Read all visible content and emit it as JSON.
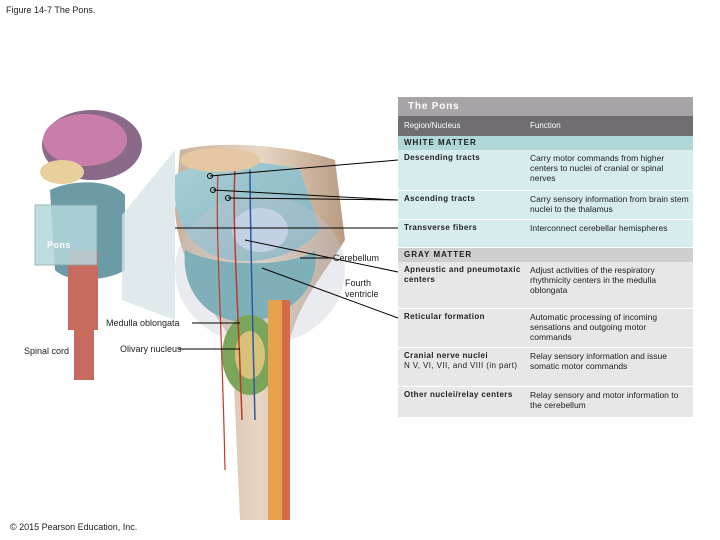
{
  "figure_title": "Figure 14-7 The Pons.",
  "copyright": "© 2015 Pearson Education, Inc.",
  "labels": {
    "pons": "Pons",
    "cerebellum": "Cerebellum",
    "fourth_ventricle": "Fourth ventricle",
    "medulla": "Medulla oblongata",
    "spinal_cord": "Spinal cord",
    "olivary": "Olivary nucleus"
  },
  "table": {
    "title": "The Pons",
    "col_region": "Region/Nucleus",
    "col_function": "Function",
    "white_matter": {
      "heading": "WHITE MATTER",
      "rows": [
        {
          "region": "Descending tracts",
          "function": "Carry motor commands from higher centers to nuclei of cranial or spinal nerves"
        },
        {
          "region": "Ascending tracts",
          "function": "Carry sensory information from brain stem nuclei to the thalamus"
        },
        {
          "region": "Transverse fibers",
          "function": "Interconnect cerebellar hemispheres"
        }
      ]
    },
    "gray_matter": {
      "heading": "GRAY MATTER",
      "rows": [
        {
          "region": "Apneustic and pneumotaxic centers",
          "function": "Adjust activities of the respiratory rhythmicity centers in the medulla oblongata"
        },
        {
          "region": "Reticular formation",
          "function": "Automatic processing of incoming sensations and outgoing motor commands"
        },
        {
          "region_bold": "Cranial nerve nuclei",
          "region_rest": "N V, VI, VII, and VIII (in part)",
          "function": "Relay sensory information and issue somatic motor commands"
        },
        {
          "region": "Other nuclei/relay centers",
          "function": "Relay sensory and motor information to the cerebellum"
        }
      ]
    }
  }
}
